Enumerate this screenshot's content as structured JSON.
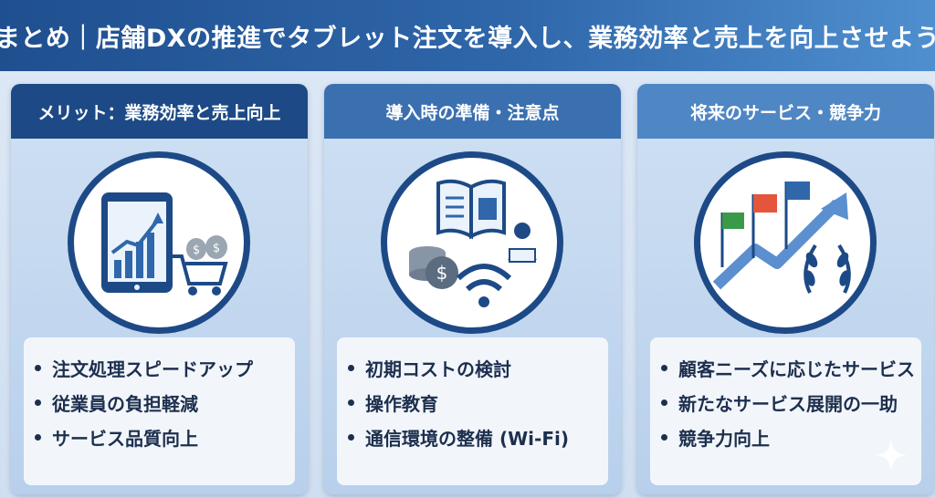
{
  "header": {
    "title": "まとめ｜店舗DXの推進でタブレット注文を導入し、業務効率と売上を向上させよう"
  },
  "cards": [
    {
      "title": "メリット：業務効率と売上向上",
      "illustration": "tablet-chart-cart-icon",
      "items": [
        "注文処理スピードアップ",
        "従業員の負担軽減",
        "サービス品質向上"
      ]
    },
    {
      "title": "導入時の準備・注意点",
      "illustration": "manual-coins-wifi-icon",
      "items": [
        "初期コストの検討",
        "操作教育",
        "通信環境の整備 (Wi-Fi)"
      ]
    },
    {
      "title": "将来のサービス・競争力",
      "illustration": "flags-growth-laurel-icon",
      "items": [
        "顧客ニーズに応じたサービス",
        "新たなサービス展開の一助",
        "競争力向上"
      ]
    }
  ],
  "colors": {
    "navy": "#1d4a86",
    "text": "#1d2f4e",
    "accent_red": "#e5553b",
    "accent_green": "#3a9a4a",
    "accent_orange": "#f08a2c"
  }
}
